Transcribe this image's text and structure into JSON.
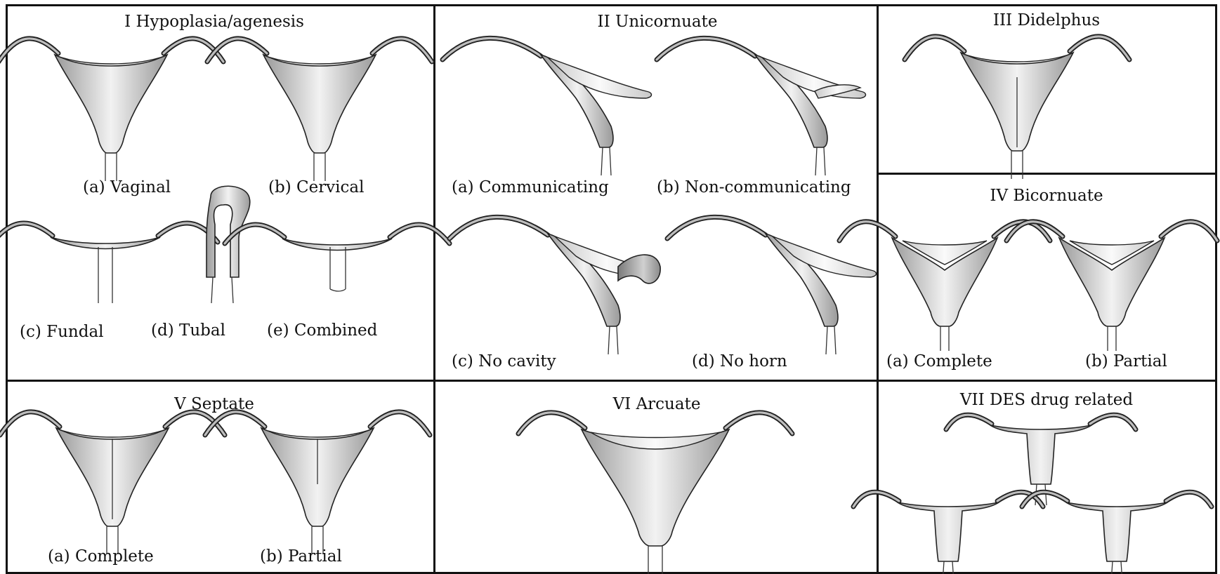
{
  "panels": [
    {
      "id": "I",
      "title": "I  Hypoplasia/agenesis",
      "labels": [
        "(a) Vaginal",
        "(b) Cervical",
        "(c) Fundal",
        "(d) Tubal",
        "(e) Combined"
      ]
    },
    {
      "id": "II",
      "title": "II  Unicornuate",
      "labels": [
        "(a) Communicating",
        "(b) Non-communicating",
        "(c) No cavity",
        "(d) No horn"
      ]
    },
    {
      "id": "III",
      "title": "III  Didelphus",
      "labels": []
    },
    {
      "id": "IV",
      "title": "IV  Bicornuate",
      "labels": [
        "(a) Complete",
        "(b) Partial"
      ]
    },
    {
      "id": "V",
      "title": "V  Septate",
      "labels": [
        "(a) Complete",
        "(b) Partial"
      ]
    },
    {
      "id": "VI",
      "title": "VI  Arcuate",
      "labels": []
    },
    {
      "id": "VII",
      "title": "VII  DES drug related",
      "labels": []
    }
  ]
}
